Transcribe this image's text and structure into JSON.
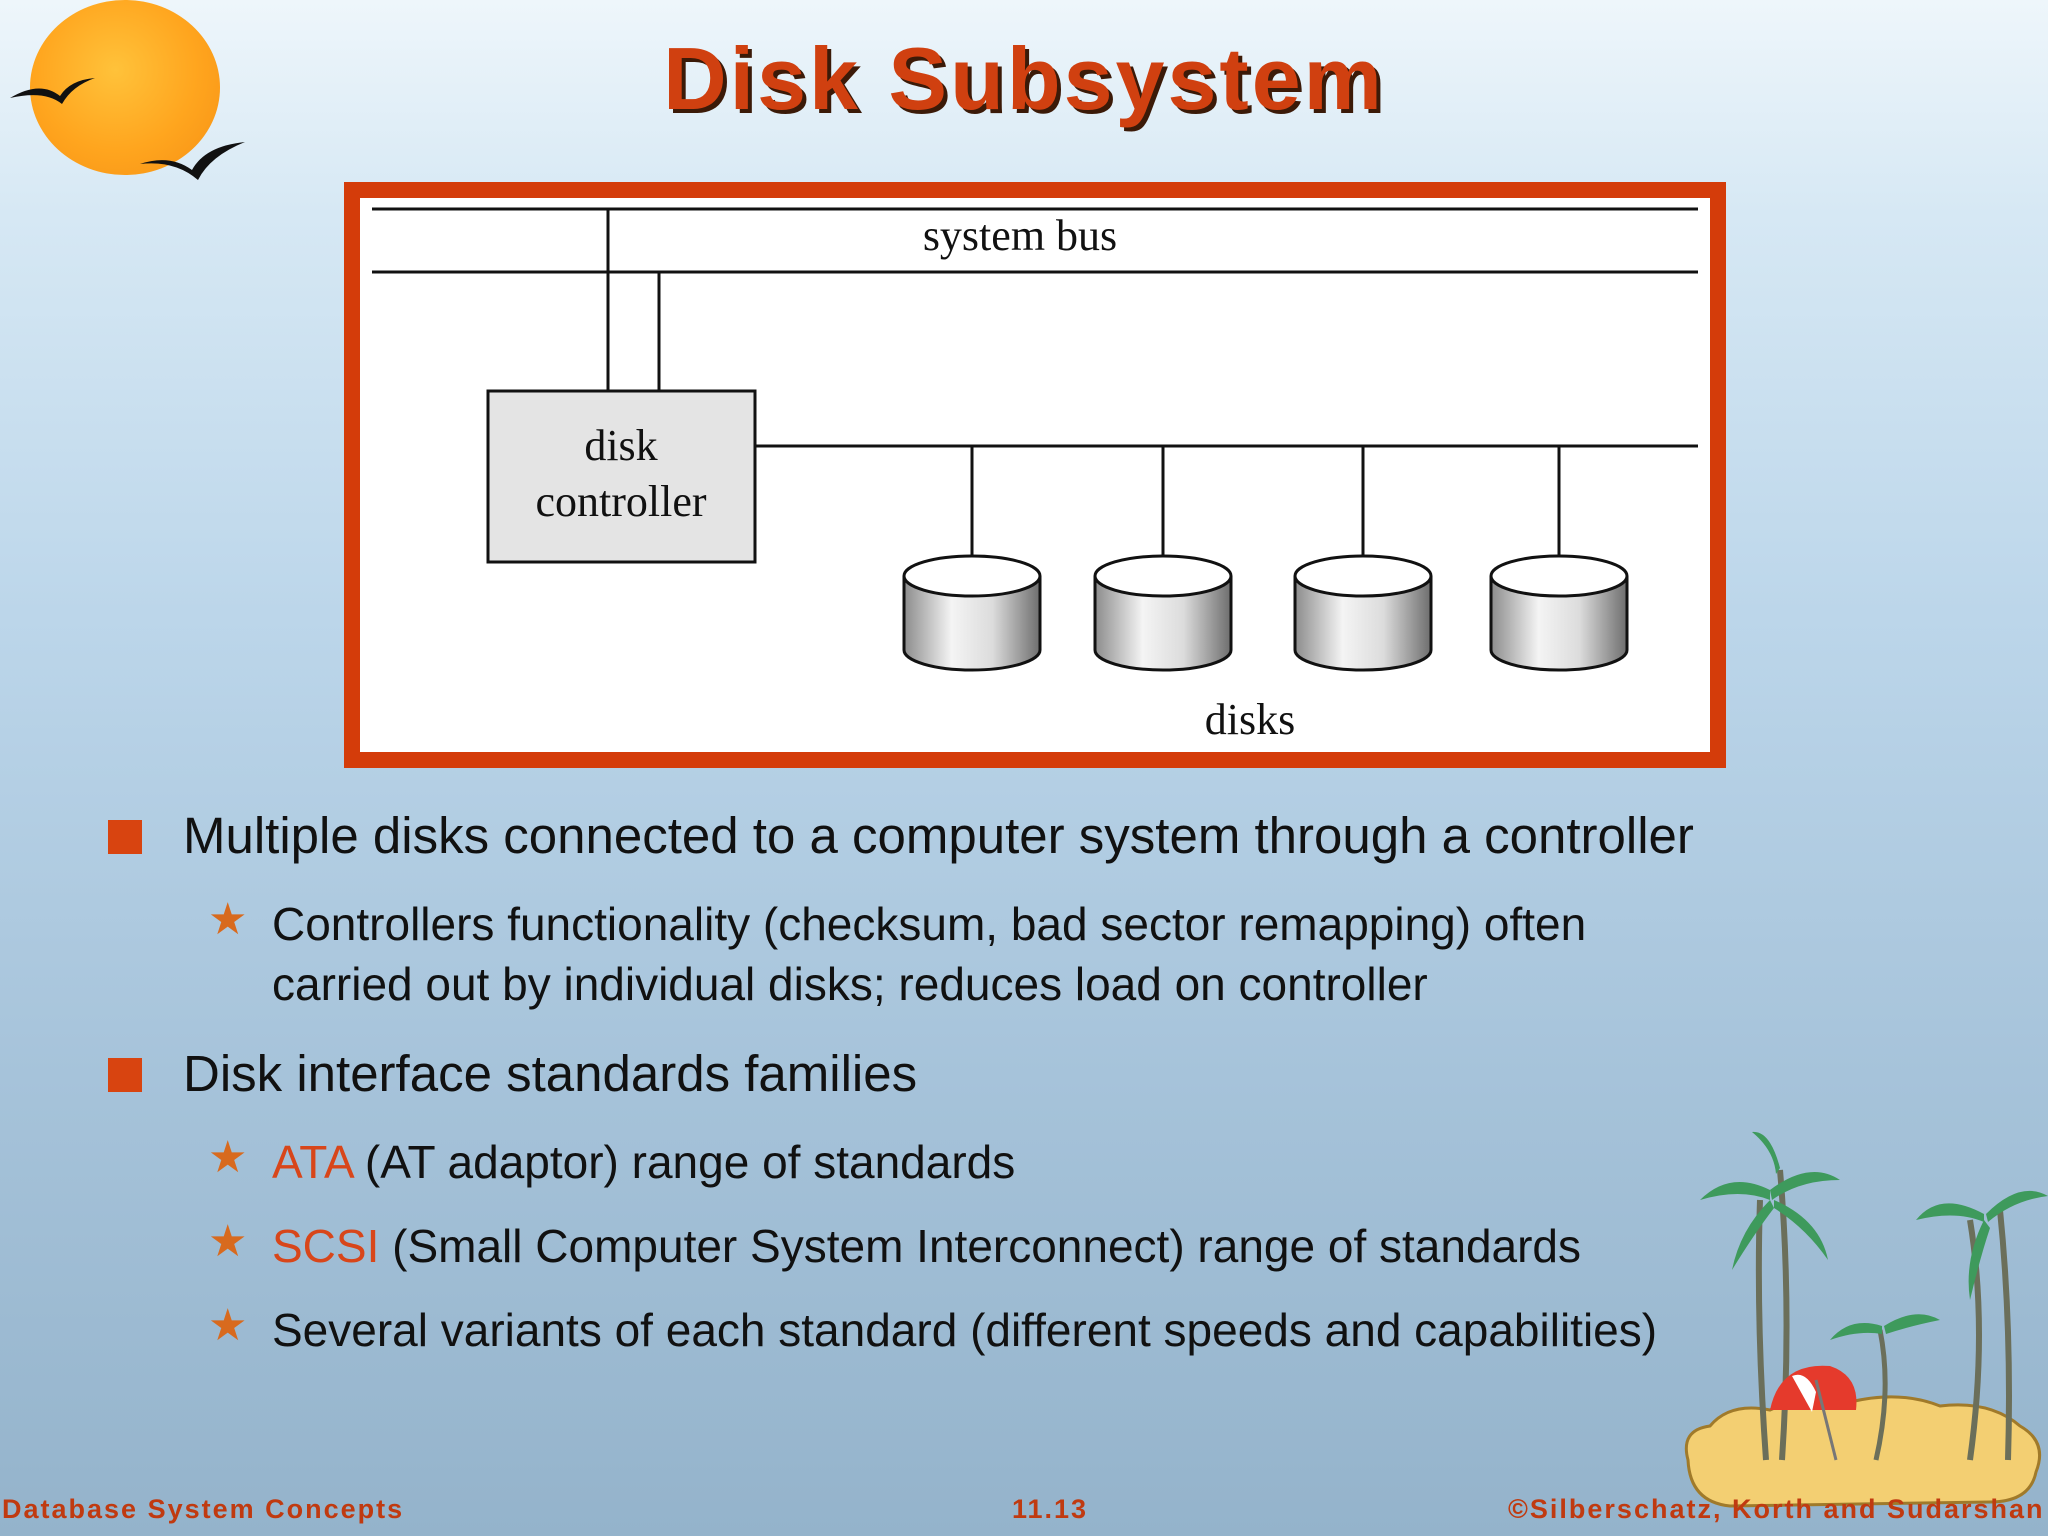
{
  "title": "Disk Subsystem",
  "figure": {
    "system_bus_label": "system bus",
    "controller_label_line1": "disk",
    "controller_label_line2": "controller",
    "disks_label": "disks",
    "border_color": "#d43c0a"
  },
  "bullets": [
    {
      "text": "Multiple disks connected to a computer system through a controller",
      "sub": [
        {
          "line1": "Controllers functionality (checksum, bad sector remapping) often",
          "line2": "carried out by individual disks; reduces load on controller"
        }
      ]
    },
    {
      "text": "Disk interface standards families",
      "sub": [
        {
          "highlight": "ATA",
          "rest": " (AT adaptor) range of standards"
        },
        {
          "highlight": "SCSI",
          "rest": " (Small Computer System Interconnect) range of standards"
        },
        {
          "rest": "Several variants of each standard (different speeds and capabilities)"
        }
      ]
    }
  ],
  "footer": {
    "left": "Database System Concepts",
    "center": "11.13",
    "right": "©Silberschatz, Korth and Sudarshan"
  },
  "colors": {
    "title": "#d04010",
    "accent": "#d8461a",
    "bullet_square": "#d84410",
    "star": "#d86a1e",
    "footer": "#c03a10"
  },
  "icons": {
    "bullet_level1": "square-bullet-icon",
    "bullet_level2": "star-bullet-icon",
    "sun": "sun-icon",
    "birds": "birds-icon",
    "island": "palm-island-icon"
  }
}
